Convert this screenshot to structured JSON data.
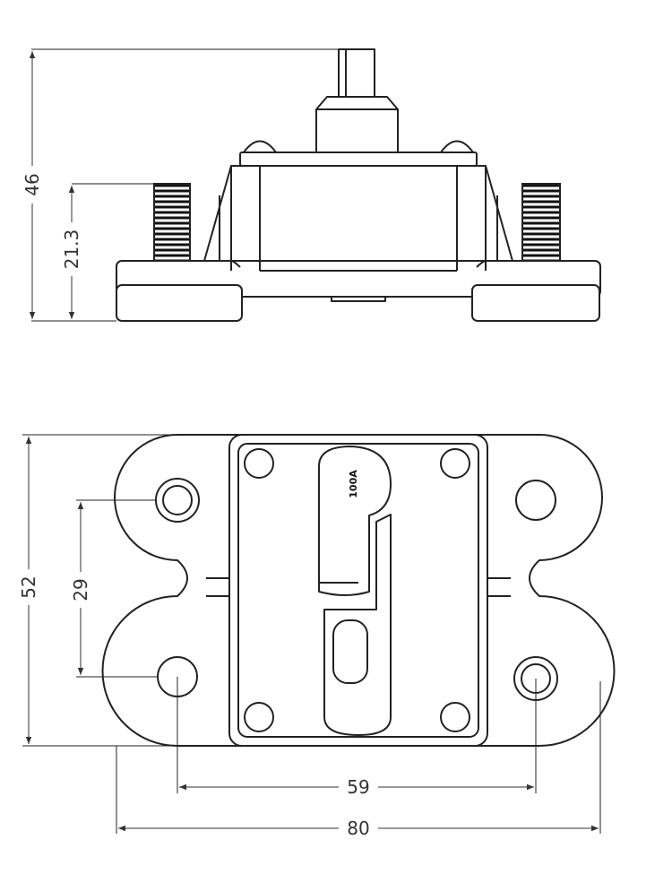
{
  "drawing": {
    "side_view": {
      "dimensions": {
        "overall_height": "46",
        "base_to_stud": "21.3"
      }
    },
    "top_view": {
      "rating_label": "100A",
      "dimensions": {
        "overall_depth": "52",
        "hole_spacing_vertical": "29",
        "hole_spacing_horizontal": "59",
        "overall_width": "80"
      }
    }
  }
}
